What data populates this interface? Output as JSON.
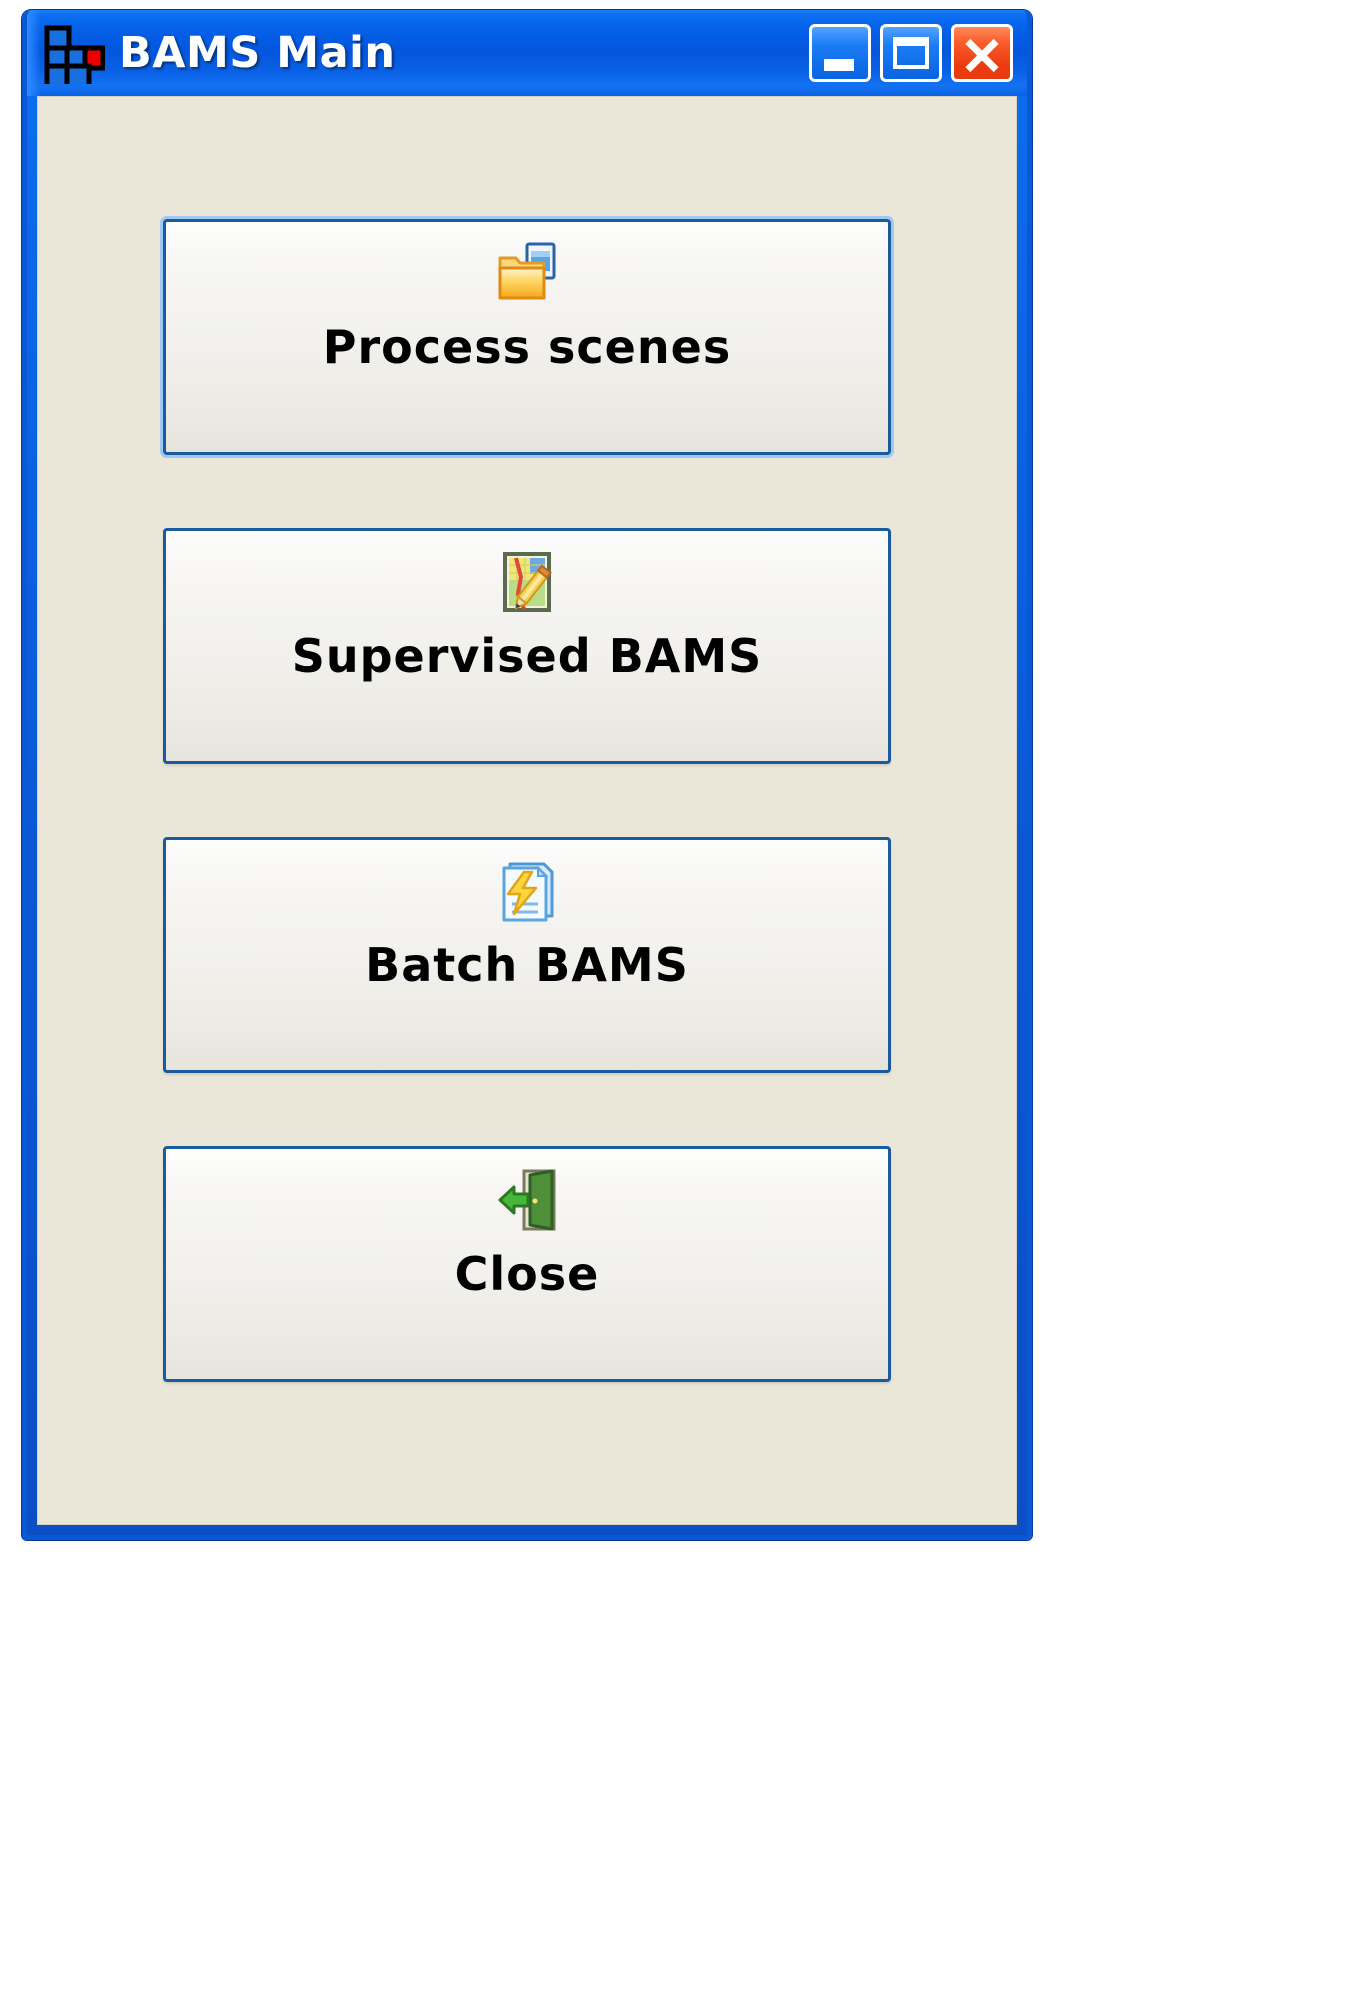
{
  "window": {
    "title": "BAMS Main",
    "icon": "bams-grid-icon",
    "accent_color": "#0a58d6",
    "titlebar_text_color": "#ffffff",
    "client_background": "#eae7d8",
    "controls": [
      {
        "name": "minimize",
        "label": "Minimize",
        "glyph": "minimize-icon"
      },
      {
        "name": "maximize",
        "label": "Maximize",
        "glyph": "maximize-icon"
      },
      {
        "name": "close",
        "label": "Close",
        "glyph": "close-icon",
        "color": "#ec3a10"
      }
    ]
  },
  "main": {
    "buttons": [
      {
        "label": "Process scenes",
        "icon": "folder-window-icon",
        "focused": true
      },
      {
        "label": "Supervised BAMS",
        "icon": "map-pencil-icon",
        "focused": false
      },
      {
        "label": "Batch BAMS",
        "icon": "document-lightning-icon",
        "focused": false
      },
      {
        "label": "Close",
        "icon": "exit-door-icon",
        "focused": false
      }
    ]
  }
}
